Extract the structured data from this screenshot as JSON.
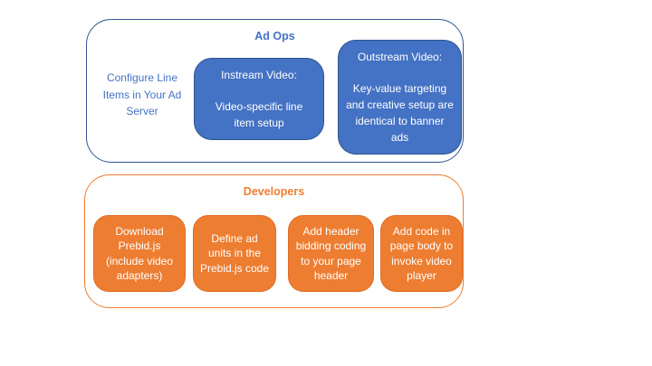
{
  "diagram": {
    "ad_ops": {
      "title": "Ad Ops",
      "side_note": "Configure Line Items in Your Ad Server",
      "boxes": [
        {
          "heading": "Instream Video:",
          "body": "Video-specific line item setup"
        },
        {
          "heading": "Outstream Video:",
          "body": "Key-value targeting and creative setup are identical to banner ads"
        }
      ]
    },
    "developers": {
      "title": "Developers",
      "steps": [
        "Download Prebid.js (include video adapters)",
        "Define ad units in the Prebid.js code",
        "Add header bidding coding to your page header",
        "Add code in page body to invoke video player"
      ]
    }
  },
  "colors": {
    "blue_fill": "#4472C4",
    "blue_box_border": "#2F528F",
    "blue_container_border": "#2F5496",
    "blue_text": "#4472C4",
    "orange_fill": "#ED7D31",
    "orange_border": "#E06C26",
    "orange_text": "#ED7D31",
    "box_text": "#FFFFFF",
    "background": "#FFFFFF"
  }
}
